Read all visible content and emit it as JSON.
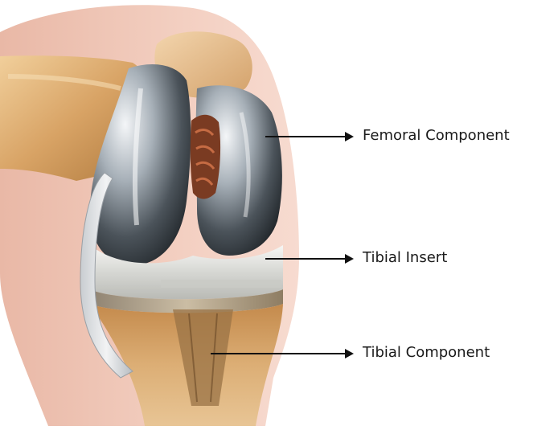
{
  "labels": {
    "femoral": "Femoral Component",
    "tibial_insert": "Tibial Insert",
    "tibial_component": "Tibial Component"
  },
  "colors": {
    "skin": "#f2c4b5",
    "bone": "#d9a66a",
    "metal": "#9aa3ab",
    "insert": "#e9e9e6"
  }
}
